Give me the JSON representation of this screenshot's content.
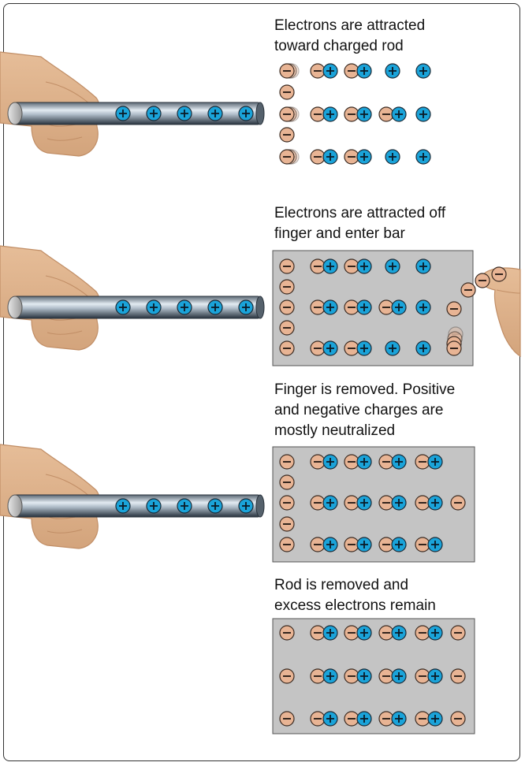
{
  "captions": [
    {
      "line1": "Electrons are attracted",
      "line2": "toward charged rod"
    },
    {
      "line1": "Electrons are attracted off",
      "line2": "finger and enter bar"
    },
    {
      "line1": "Finger is removed. Positive",
      "line2": "and negative charges are",
      "line3": "mostly neutralized"
    },
    {
      "line1": "Rod is removed and",
      "line2": "excess electrons remain"
    }
  ],
  "symbols": {
    "positive": "+",
    "negative": "−"
  },
  "colors": {
    "positive_fill": "#1aa3d9",
    "negative_fill": "#e8b494",
    "bar_fill": "#c4c4c4",
    "rod_light": "#dfe7ee",
    "rod_dark": "#3a4652",
    "skin": "#e0b48e",
    "skin_shade": "#c18e66",
    "frame": "#333333"
  },
  "panels": [
    {
      "stage": "attracted-toward-rod",
      "has_bar_background": false,
      "has_finger": false
    },
    {
      "stage": "enter-bar-from-finger",
      "has_bar_background": true,
      "has_finger": true
    },
    {
      "stage": "finger-removed-neutralized",
      "has_bar_background": true,
      "has_finger": false
    },
    {
      "stage": "rod-removed-excess-electrons",
      "has_bar_background": true,
      "has_finger": false
    }
  ]
}
